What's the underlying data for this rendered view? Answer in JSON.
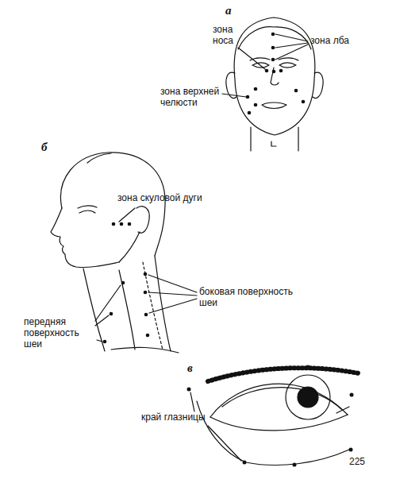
{
  "diagram": {
    "labels": [
      "а",
      "зона носа",
      "зона лба",
      "зона верхней челюсти",
      "б",
      "зона скуловой дуги",
      "боковая поверхность шеи",
      "передняя поверхность шеи",
      "в",
      "край глазницы",
      "225"
    ]
  }
}
